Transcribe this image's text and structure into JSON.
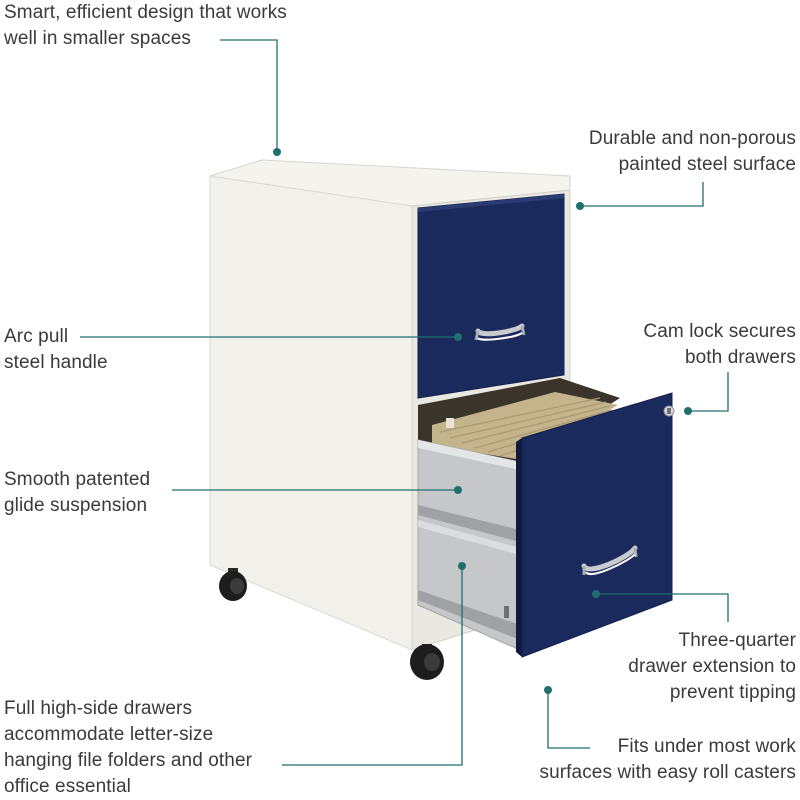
{
  "accent_color": "#1f6f6c",
  "product": {
    "body_color": "#f1f0ea",
    "drawer_color": "#1b2a5c",
    "icons": [
      "arc-pull-handle-icon",
      "cam-lock-icon",
      "caster-wheel-icon"
    ]
  },
  "callouts": {
    "smart_design": {
      "lines": [
        "Smart, efficient design that works",
        "well in smaller spaces"
      ]
    },
    "durable_surface": {
      "lines": [
        "Durable and non-porous",
        "painted steel surface"
      ]
    },
    "arc_pull": {
      "lines": [
        "Arc pull",
        "steel handle"
      ]
    },
    "cam_lock": {
      "lines": [
        "Cam lock secures",
        "both drawers"
      ]
    },
    "glide": {
      "lines": [
        "Smooth patented",
        "glide suspension"
      ]
    },
    "extension": {
      "lines": [
        "Three-quarter",
        "drawer extension to",
        "prevent tipping"
      ]
    },
    "high_side": {
      "lines": [
        "Full high-side drawers",
        "accommodate letter-size",
        "hanging file folders and other",
        "office essential"
      ]
    },
    "fits_under": {
      "lines": [
        "Fits under most work",
        "surfaces with easy roll casters"
      ]
    }
  }
}
